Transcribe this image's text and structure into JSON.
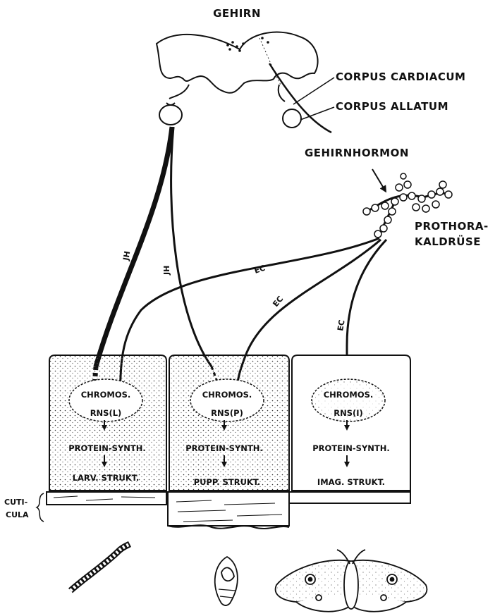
{
  "labels": {
    "gehirn": "GEHIRN",
    "corpus_cardiacum": "CORPUS CARDIACUM",
    "corpus_allatum": "CORPUS ALLATUM",
    "gehirnhormon": "GEHIRNHORMON",
    "prothorakaldruese_1": "PROTHORA-",
    "prothorakaldruese_2": "KALDRÜSE",
    "cuticula_1": "CUTI-",
    "cuticula_2": "CULA"
  },
  "arrows": {
    "jh": "JH",
    "ec": "EC"
  },
  "cells": [
    {
      "chromos": "CHROMOS.",
      "rns": "RNS(L)",
      "protein": "PROTEIN-SYNTH.",
      "strukt": "LARV. STRUKT."
    },
    {
      "chromos": "CHROMOS.",
      "rns": "RNS(P)",
      "protein": "PROTEIN-SYNTH.",
      "strukt": "PUPP. STRUKT."
    },
    {
      "chromos": "CHROMOS.",
      "rns": "RNS(I)",
      "protein": "PROTEIN-SYNTH.",
      "strukt": "IMAG. STRUKT."
    }
  ]
}
